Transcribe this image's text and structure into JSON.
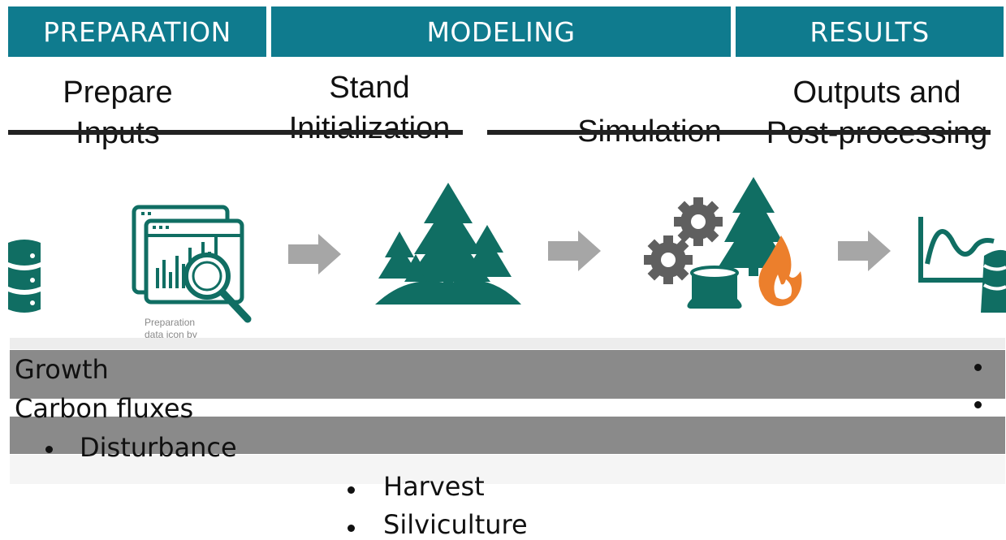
{
  "bands": {
    "preparation": "PREPARATION",
    "modeling": "MODELING",
    "results": "RESULTS"
  },
  "stages": {
    "prepare_line1": "Prepare",
    "prepare_line2": "Inputs",
    "stand_line1": "Stand",
    "stand_line2": "Initialization",
    "simulation": "Simulation",
    "outputs_line1": "Outputs and",
    "outputs_line2": "Post-processing"
  },
  "icon_credit": {
    "line1": "Preparation",
    "line2": "data icon by"
  },
  "bullets": {
    "growth": "Growth",
    "carbon_fluxes": "Carbon fluxes",
    "disturbance": "Disturbance",
    "harvest": "Harvest",
    "silviculture": "Silviculture"
  },
  "colors": {
    "band": "#0f7b8e",
    "icon_teal": "#106e63",
    "arrow_gray": "#a6a6a6",
    "gear_gray": "#5f5f5f",
    "fire_orange": "#ec7f2c"
  }
}
